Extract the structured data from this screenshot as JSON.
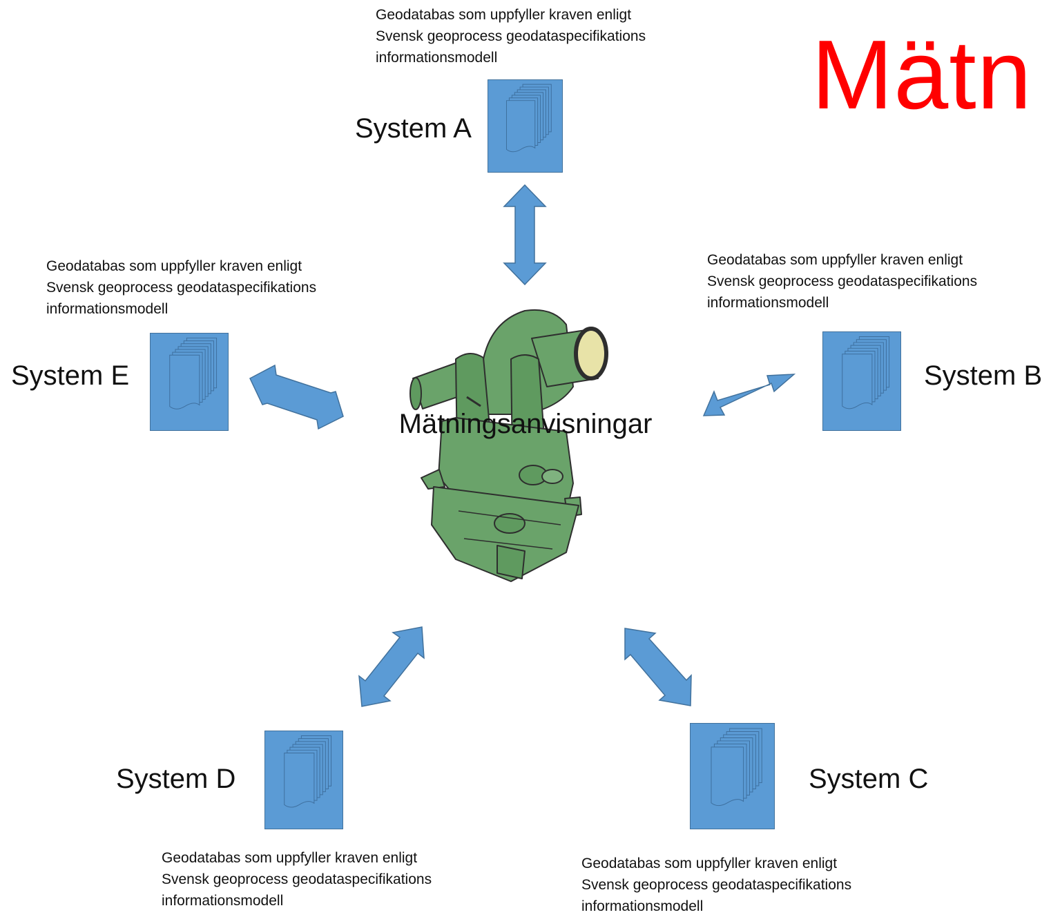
{
  "title": "Mätn",
  "center_label": "Mätningsanvisningar",
  "colors": {
    "title": "#ff0000",
    "box_fill": "#5b9bd5",
    "box_border": "#41719c",
    "arrow_fill": "#5b9bd5",
    "instrument_green": "#6aa36a"
  },
  "icons": {
    "database": "document-stack-icon",
    "center": "theodolite-icon"
  },
  "systems": [
    {
      "id": "a",
      "label": "System A",
      "desc": [
        "Geodatabas som uppfyller kraven enligt",
        "Svensk geoprocess geodataspecifikations",
        "informationsmodell"
      ]
    },
    {
      "id": "b",
      "label": "System B",
      "desc": [
        "Geodatabas som uppfyller kraven enligt",
        "Svensk geoprocess geodataspecifikations",
        "informationsmodell"
      ]
    },
    {
      "id": "c",
      "label": "System C",
      "desc": [
        "Geodatabas som uppfyller kraven enligt",
        "Svensk geoprocess geodataspecifikations",
        "informationsmodell"
      ]
    },
    {
      "id": "d",
      "label": "System D",
      "desc": [
        "Geodatabas som uppfyller kraven enligt",
        "Svensk geoprocess geodataspecifikations",
        "informationsmodell"
      ]
    },
    {
      "id": "e",
      "label": "System E",
      "desc": [
        "Geodatabas som uppfyller kraven enligt",
        "Svensk geoprocess geodataspecifikations",
        "informationsmodell"
      ]
    }
  ]
}
